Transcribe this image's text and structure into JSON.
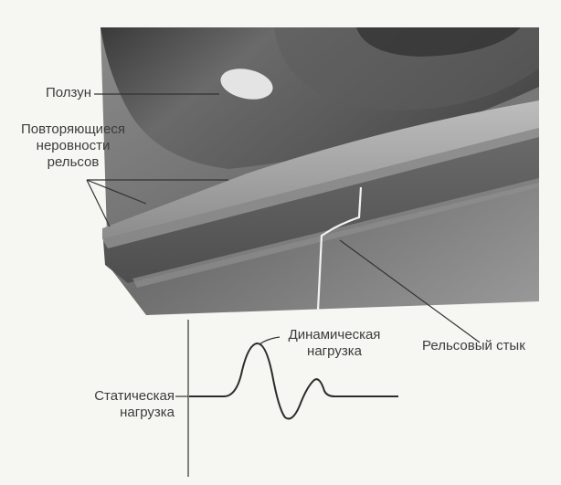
{
  "figure": {
    "labels": {
      "flat_spot": "Ползун",
      "repeating_irregularities": "Повторяющиеся\nнеровности\nрельсов",
      "rail_joint": "Рельсовый стык",
      "dynamic_load": "Динамическая\nнагрузка",
      "static_load": "Статическая\nнагрузка"
    }
  },
  "colors": {
    "background": "#f6f6f2",
    "wheel_dark": "#4a4a4a",
    "rail_mid": "#7a7a7a",
    "line": "#333333"
  }
}
